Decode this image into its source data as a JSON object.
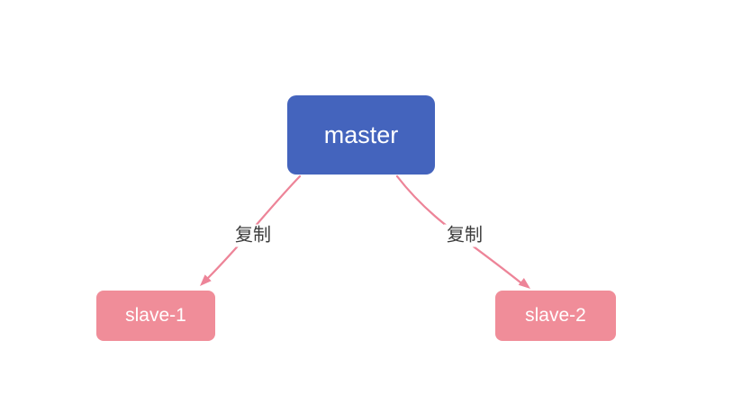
{
  "diagram": {
    "nodes": [
      {
        "id": "master",
        "label": "master",
        "role": "master"
      },
      {
        "id": "slave-1",
        "label": "slave-1",
        "role": "slave"
      },
      {
        "id": "slave-2",
        "label": "slave-2",
        "role": "slave"
      }
    ],
    "edges": [
      {
        "from": "master",
        "to": "slave-1",
        "label": "复制"
      },
      {
        "from": "master",
        "to": "slave-2",
        "label": "复制"
      }
    ],
    "colors": {
      "master_fill": "#4464bd",
      "slave_fill": "#f08d99",
      "edge_stroke": "#ed8498",
      "node_text": "#ffffff",
      "edge_label_text": "#3c3c3c",
      "background": "#ffffff"
    }
  }
}
